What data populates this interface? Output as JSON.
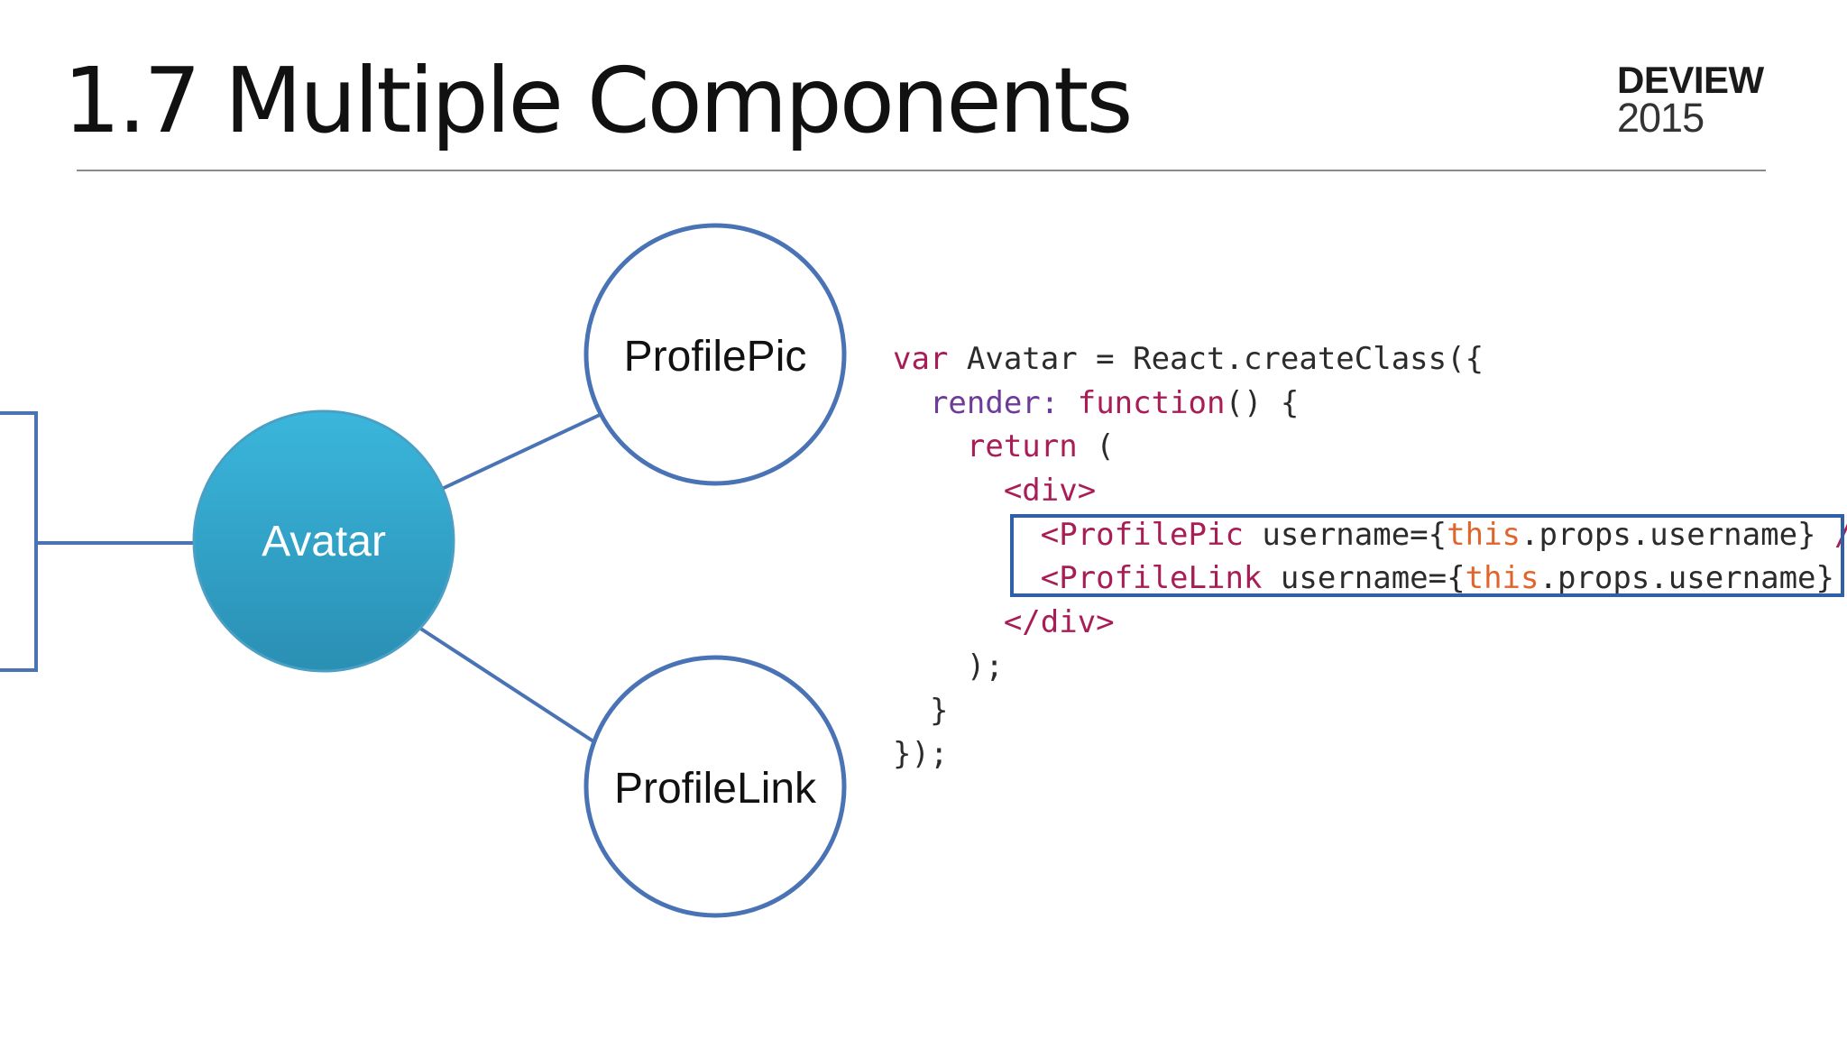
{
  "slide": {
    "title": "1.7 Multiple Components",
    "brand": {
      "name": "DEVIEW",
      "year": "2015"
    }
  },
  "diagram": {
    "nodes": [
      {
        "id": "avatar",
        "label": "Avatar"
      },
      {
        "id": "profilepic",
        "label": "ProfilePic"
      },
      {
        "id": "profilelink",
        "label": "ProfileLink"
      }
    ]
  },
  "code": {
    "lines": [
      [
        {
          "t": "var",
          "c": "kw"
        },
        {
          "t": " Avatar = React.createClass({",
          "c": "plain"
        }
      ],
      [
        {
          "t": "  ",
          "c": "plain"
        },
        {
          "t": "render:",
          "c": "prop"
        },
        {
          "t": " ",
          "c": "plain"
        },
        {
          "t": "function",
          "c": "kw"
        },
        {
          "t": "() {",
          "c": "plain"
        }
      ],
      [
        {
          "t": "    ",
          "c": "plain"
        },
        {
          "t": "return",
          "c": "kw"
        },
        {
          "t": " (",
          "c": "plain"
        }
      ],
      [
        {
          "t": "      ",
          "c": "plain"
        },
        {
          "t": "<div>",
          "c": "tag"
        }
      ],
      [
        {
          "t": "        ",
          "c": "plain"
        },
        {
          "t": "<ProfilePic",
          "c": "tag"
        },
        {
          "t": " username=",
          "c": "plain"
        },
        {
          "t": "{",
          "c": "plain"
        },
        {
          "t": "this",
          "c": "this"
        },
        {
          "t": ".props.username} ",
          "c": "plain"
        },
        {
          "t": "/>",
          "c": "tag"
        }
      ],
      [
        {
          "t": "        ",
          "c": "plain"
        },
        {
          "t": "<ProfileLink",
          "c": "tag"
        },
        {
          "t": " username=",
          "c": "plain"
        },
        {
          "t": "{",
          "c": "plain"
        },
        {
          "t": "this",
          "c": "this"
        },
        {
          "t": ".props.username} ",
          "c": "plain"
        },
        {
          "t": "/>",
          "c": "tag"
        }
      ],
      [
        {
          "t": "      ",
          "c": "plain"
        },
        {
          "t": "</div>",
          "c": "tag"
        }
      ],
      [
        {
          "t": "    );",
          "c": "plain"
        }
      ],
      [
        {
          "t": "  }",
          "c": "plain"
        }
      ],
      [
        {
          "t": "});",
          "c": "plain"
        }
      ]
    ]
  },
  "colors": {
    "node_stroke": "#4a73b5",
    "avatar_fill_top": "#3bb6dc",
    "avatar_fill_bottom": "#2a8fb3",
    "highlight_box": "#2f5fa8",
    "keyword": "#a81d56",
    "property": "#6d3b9a",
    "this_keyword": "#e0652c"
  }
}
